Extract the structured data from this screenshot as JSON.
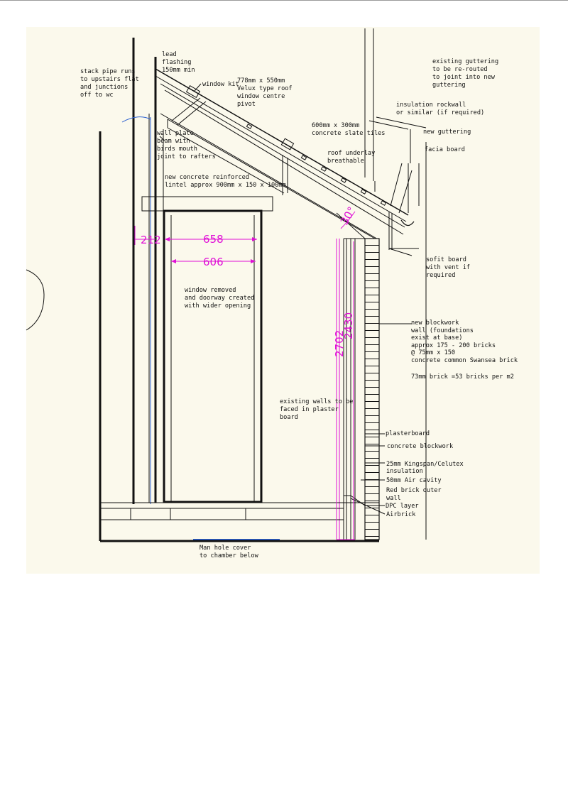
{
  "annotations": {
    "stack_pipe": [
      "stack pipe runs",
      "to upstairs flat",
      "and junctions",
      "off to wc"
    ],
    "lead_flashing": [
      "lead",
      "flashing",
      "150mm min"
    ],
    "window_kit": "window kit",
    "velux": [
      "778mm x 550mm",
      "Velux type roof",
      "window centre",
      "pivot"
    ],
    "existing_guttering": [
      "existing guttering",
      "to be re-routed",
      "to joint into new",
      "guttering"
    ],
    "insulation_rockwall": [
      "insulation rockwall",
      "or similar (if required)"
    ],
    "slate_tiles": [
      "600mm x 300mm",
      "concrete slate tiles"
    ],
    "new_guttering": "new guttering",
    "facia_board": "facia board",
    "wall_plate": [
      "wall plate",
      "beam with",
      "birds mouth",
      "joint to rafters"
    ],
    "roof_underlay": [
      "roof underlay",
      "breathable"
    ],
    "lintel": [
      "new concrete reinforced",
      "lintel approx 900mm x 150 x 100mm"
    ],
    "sofit_board": [
      "sofit board",
      "with vent if",
      "required"
    ],
    "window_removed": [
      "window removed",
      "and doorway created",
      "with wider opening"
    ],
    "blockwork": [
      "new blockwork",
      "wall (foundations",
      "exist at base)",
      "approx  175 - 200 bricks",
      "@ 75mm x 150",
      "concrete common Swansea brick"
    ],
    "brick_rate": "73mm brick =53 bricks per m2",
    "existing_walls": [
      "existing walls to be",
      "faced in plaster",
      "board"
    ],
    "plasterboard": "plasterboard",
    "concrete_blockwork": "concrete blockwork",
    "kingspan": [
      "25mm Kingspan/Celutex",
      "insulation"
    ],
    "air_cavity": "50mm Air cavity",
    "red_brick": [
      "Red brick outer",
      "wall"
    ],
    "dpc": "DPC layer",
    "airbrick": "Airbrick",
    "manhole": [
      "Man hole cover",
      "to chamber below"
    ]
  },
  "dimensions": {
    "d212": "212",
    "d658": "658",
    "d606": "606",
    "d2702": "2702",
    "d2430": "2430",
    "angle": "30°"
  },
  "colors": {
    "sheet": "#fbf9ec",
    "line": "#111111",
    "dimension": "#e010d6",
    "blue": "#2a5fd0"
  }
}
